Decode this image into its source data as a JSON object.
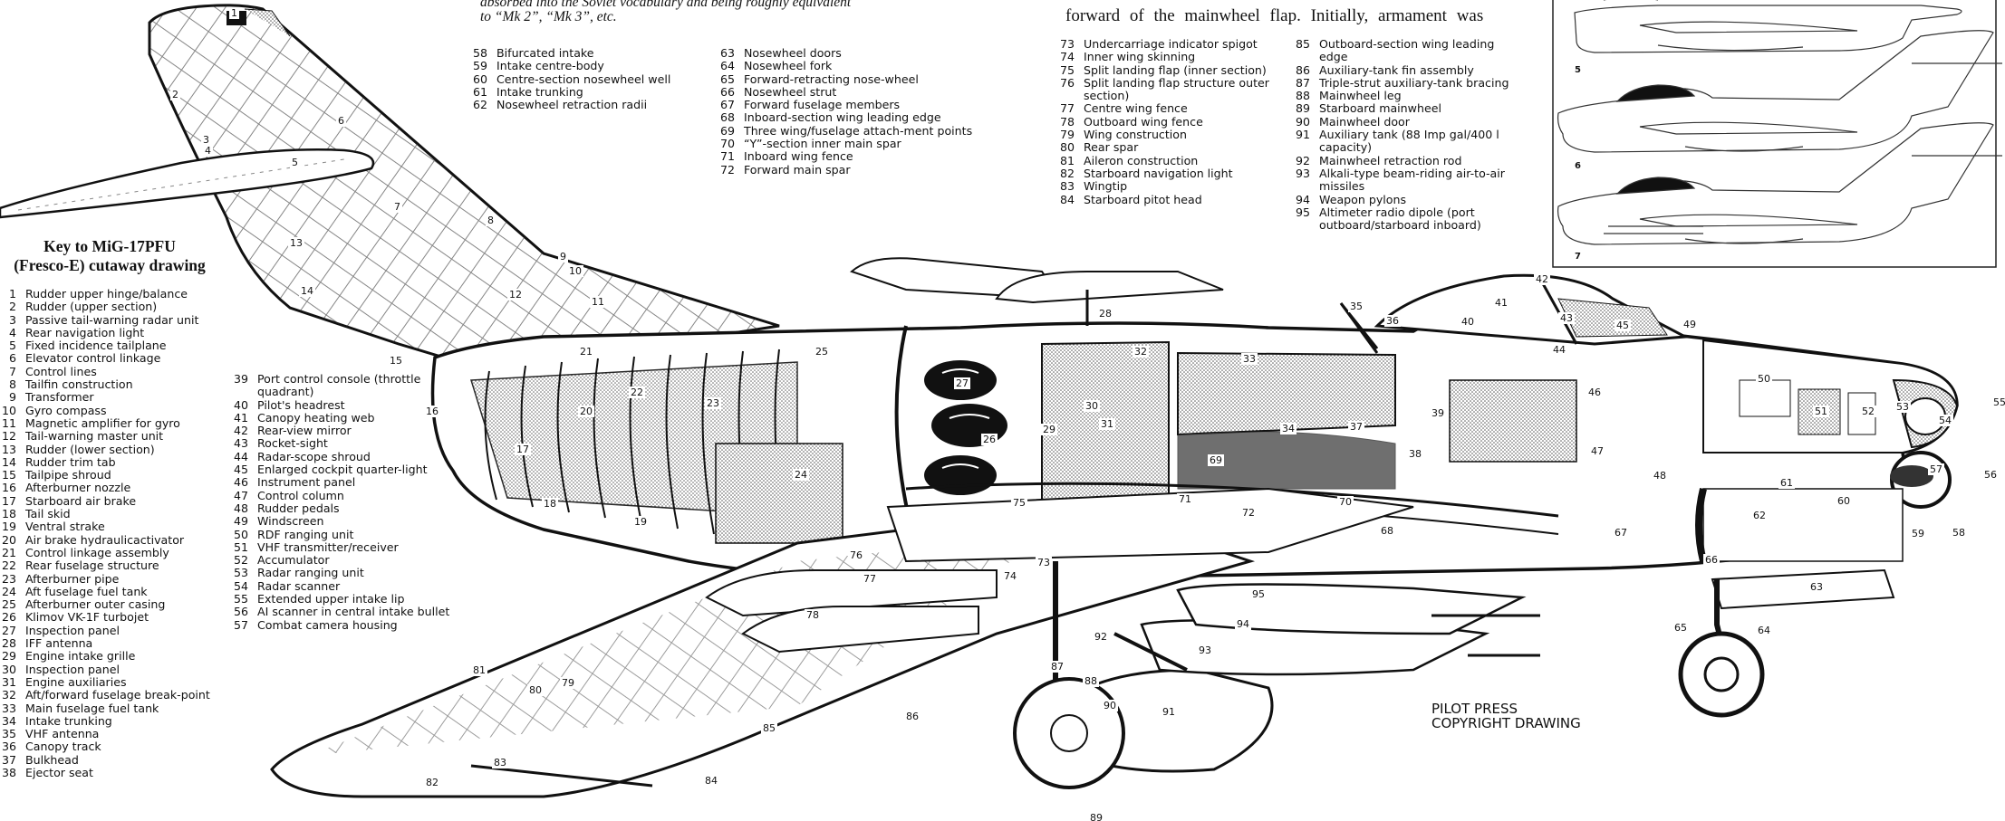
{
  "page": {
    "intro_text_fragment": [
      "absorbed into the Soviet vocabulary and being roughly equivalent",
      "to “Mk 2”, “Mk 3”, etc."
    ],
    "body_text_fragment": "forward of the mainwheel flap. Initially, armament was",
    "copyright": [
      "PILOT PRESS",
      "COPYRIGHT DRAWING"
    ]
  },
  "key": {
    "title": [
      "Key to MiG-17PFU",
      "(Fresco-E) cutaway drawing"
    ],
    "columns": [
      [
        {
          "n": "1",
          "t": "Rudder upper hinge/balance"
        },
        {
          "n": "2",
          "t": "Rudder (upper section)"
        },
        {
          "n": "3",
          "t": "Passive tail-warning radar unit"
        },
        {
          "n": "4",
          "t": "Rear navigation light"
        },
        {
          "n": "5",
          "t": "Fixed incidence tailplane"
        },
        {
          "n": "6",
          "t": "Elevator control linkage"
        },
        {
          "n": "7",
          "t": "Control lines"
        },
        {
          "n": "8",
          "t": "Tailfin construction"
        },
        {
          "n": "9",
          "t": "Transformer"
        },
        {
          "n": "10",
          "t": "Gyro compass"
        },
        {
          "n": "11",
          "t": "Magnetic amplifier for gyro"
        },
        {
          "n": "12",
          "t": "Tail-warning master unit"
        },
        {
          "n": "13",
          "t": "Rudder (lower section)"
        },
        {
          "n": "14",
          "t": "Rudder trim tab"
        },
        {
          "n": "15",
          "t": "Tailpipe shroud"
        },
        {
          "n": "16",
          "t": "Afterburner nozzle"
        },
        {
          "n": "17",
          "t": "Starboard air brake"
        },
        {
          "n": "18",
          "t": "Tail skid"
        },
        {
          "n": "19",
          "t": "Ventral strake"
        },
        {
          "n": "20",
          "t": "Air brake hydraulicactivator"
        },
        {
          "n": "21",
          "t": "Control linkage assembly"
        },
        {
          "n": "22",
          "t": "Rear fuselage structure"
        },
        {
          "n": "23",
          "t": "Afterburner pipe"
        },
        {
          "n": "24",
          "t": "Aft fuselage fuel tank"
        },
        {
          "n": "25",
          "t": "Afterburner outer casing"
        },
        {
          "n": "26",
          "t": "Klimov VK-1F turbojet"
        },
        {
          "n": "27",
          "t": "Inspection panel"
        },
        {
          "n": "28",
          "t": "IFF antenna"
        },
        {
          "n": "29",
          "t": "Engine intake grille"
        },
        {
          "n": "30",
          "t": "Inspection panel"
        },
        {
          "n": "31",
          "t": "Engine auxiliaries"
        },
        {
          "n": "32",
          "t": "Aft/forward fuselage break-point"
        },
        {
          "n": "33",
          "t": "Main fuselage fuel tank"
        },
        {
          "n": "34",
          "t": "Intake trunking"
        },
        {
          "n": "35",
          "t": "VHF antenna"
        },
        {
          "n": "36",
          "t": "Canopy track"
        },
        {
          "n": "37",
          "t": "Bulkhead"
        },
        {
          "n": "38",
          "t": "Ejector seat"
        }
      ],
      [
        {
          "n": "39",
          "t": "Port control console (throttle quadrant)"
        },
        {
          "n": "40",
          "t": "Pilot's headrest"
        },
        {
          "n": "41",
          "t": "Canopy heating web"
        },
        {
          "n": "42",
          "t": "Rear-view mirror"
        },
        {
          "n": "43",
          "t": "Rocket-sight"
        },
        {
          "n": "44",
          "t": "Radar-scope shroud"
        },
        {
          "n": "45",
          "t": "Enlarged cockpit quarter-light"
        },
        {
          "n": "46",
          "t": "Instrument panel"
        },
        {
          "n": "47",
          "t": "Control column"
        },
        {
          "n": "48",
          "t": "Rudder pedals"
        },
        {
          "n": "49",
          "t": "Windscreen"
        },
        {
          "n": "50",
          "t": "RDF ranging unit"
        },
        {
          "n": "51",
          "t": "VHF transmitter/receiver"
        },
        {
          "n": "52",
          "t": "Accumulator"
        },
        {
          "n": "53",
          "t": "Radar ranging unit"
        },
        {
          "n": "54",
          "t": "Radar scanner"
        },
        {
          "n": "55",
          "t": "Extended upper intake lip"
        },
        {
          "n": "56",
          "t": "AI scanner in central intake bullet"
        },
        {
          "n": "57",
          "t": "Combat camera housing"
        }
      ],
      [
        {
          "n": "58",
          "t": "Bifurcated intake"
        },
        {
          "n": "59",
          "t": "Intake centre-body"
        },
        {
          "n": "60",
          "t": "Centre-section nosewheel well"
        },
        {
          "n": "61",
          "t": "Intake trunking"
        },
        {
          "n": "62",
          "t": "Nosewheel retraction radii"
        }
      ],
      [
        {
          "n": "63",
          "t": "Nosewheel doors"
        },
        {
          "n": "64",
          "t": "Nosewheel fork"
        },
        {
          "n": "65",
          "t": "Forward-retracting nose-wheel"
        },
        {
          "n": "66",
          "t": "Nosewheel strut"
        },
        {
          "n": "67",
          "t": "Forward fuselage members"
        },
        {
          "n": "68",
          "t": "Inboard-section wing leading edge"
        },
        {
          "n": "69",
          "t": "Three wing/fuselage attach-ment points"
        },
        {
          "n": "70",
          "t": "“Y”-section inner main spar"
        },
        {
          "n": "71",
          "t": "Inboard wing fence"
        },
        {
          "n": "72",
          "t": "Forward main spar"
        }
      ],
      [
        {
          "n": "73",
          "t": "Undercarriage indicator spigot"
        },
        {
          "n": "74",
          "t": "Inner wing skinning"
        },
        {
          "n": "75",
          "t": "Split landing flap (inner section)"
        },
        {
          "n": "76",
          "t": "Split landing flap structure outer section)"
        },
        {
          "n": "77",
          "t": "Centre wing fence"
        },
        {
          "n": "78",
          "t": "Outboard wing fence"
        },
        {
          "n": "79",
          "t": "Wing construction"
        },
        {
          "n": "80",
          "t": "Rear spar"
        },
        {
          "n": "81",
          "t": "Aileron construction"
        },
        {
          "n": "82",
          "t": "Starboard navigation light"
        },
        {
          "n": "83",
          "t": "Wingtip"
        },
        {
          "n": "84",
          "t": "Starboard pitot head"
        }
      ],
      [
        {
          "n": "85",
          "t": "Outboard-section wing leading edge"
        },
        {
          "n": "86",
          "t": "Auxiliary-tank fin assembly"
        },
        {
          "n": "87",
          "t": "Triple-strut auxiliary-tank bracing"
        },
        {
          "n": "88",
          "t": "Mainwheel leg"
        },
        {
          "n": "89",
          "t": "Starboard mainwheel"
        },
        {
          "n": "90",
          "t": "Mainwheel door"
        },
        {
          "n": "91",
          "t": "Auxiliary tank (88 Imp gal/400 l capacity)"
        },
        {
          "n": "92",
          "t": "Mainwheel retraction rod"
        },
        {
          "n": "93",
          "t": "Alkali-type beam-riding air-to-air missiles"
        },
        {
          "n": "94",
          "t": "Weapon pylons"
        },
        {
          "n": "95",
          "t": "Altimeter radio dipole (port outboard/starboard inboard)"
        }
      ]
    ]
  },
  "profiles": {
    "labels": [
      "5",
      "6",
      "7"
    ]
  },
  "callouts": [
    "1",
    "2",
    "3",
    "4",
    "5",
    "6",
    "7",
    "8",
    "9",
    "10",
    "11",
    "12",
    "13",
    "14",
    "15",
    "16",
    "17",
    "18",
    "19",
    "20",
    "21",
    "22",
    "23",
    "24",
    "25",
    "26",
    "27",
    "28",
    "29",
    "30",
    "31",
    "32",
    "33",
    "34",
    "35",
    "36",
    "37",
    "38",
    "39",
    "40",
    "41",
    "42",
    "43",
    "44",
    "45",
    "46",
    "47",
    "48",
    "49",
    "50",
    "51",
    "52",
    "53",
    "54",
    "55",
    "56",
    "57",
    "58",
    "59",
    "60",
    "61",
    "62",
    "63",
    "64",
    "65",
    "66",
    "67",
    "68",
    "69",
    "70",
    "71",
    "72",
    "73",
    "74",
    "75",
    "76",
    "77",
    "78",
    "79",
    "80",
    "81",
    "82",
    "83",
    "84",
    "85",
    "86",
    "87",
    "88",
    "89",
    "90",
    "91",
    "92",
    "93",
    "94",
    "95"
  ]
}
